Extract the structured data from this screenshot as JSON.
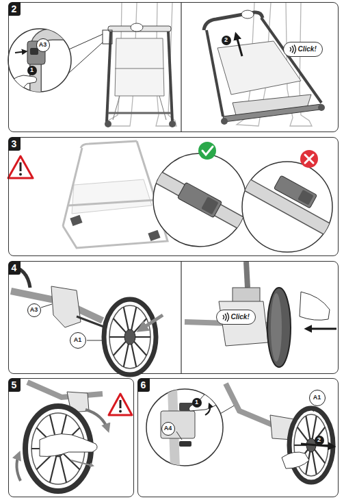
{
  "diagram": {
    "nodes": [
      {
        "text": [
          "2"
        ]
      },
      {
        "text": [
          "A3"
        ],
        "in": 0
      },
      {
        "text": [
          "1"
        ],
        "in": 0
      },
      {
        "text": [
          "2"
        ],
        "in": 0
      },
      {
        "text": [
          "Click!"
        ],
        "in": 0
      },
      {
        "text": [
          "3"
        ]
      },
      {
        "text": [
          "4"
        ]
      },
      {
        "text": [
          "A3"
        ],
        "in": 6
      },
      {
        "text": [
          "A1"
        ],
        "in": 6
      },
      {
        "text": [
          "Click!"
        ],
        "in": 6
      },
      {
        "text": [
          "5"
        ]
      },
      {
        "text": [
          "6"
        ]
      },
      {
        "text": [
          "1"
        ],
        "in": 11
      },
      {
        "text": [
          "A4"
        ],
        "in": 11
      },
      {
        "text": [
          "A1"
        ],
        "in": 11
      },
      {
        "text": [
          "2"
        ],
        "in": 11
      }
    ]
  }
}
